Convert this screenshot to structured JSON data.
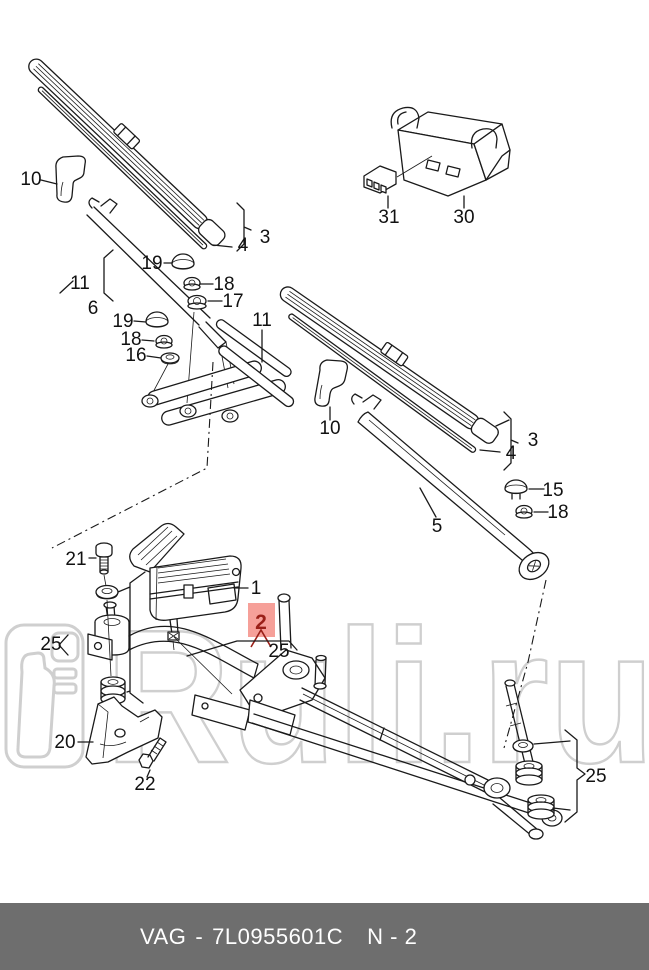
{
  "footer": {
    "make": "VAG",
    "separator": "-",
    "part_number": "7L0955601C",
    "page_code": "N - 2",
    "bg_color": "#6e6e6e",
    "text_color": "#ffffff"
  },
  "watermark": {
    "text": "Ruli.ru",
    "color": "#cfcfcf"
  },
  "highlight": {
    "box_color": "#f6a099",
    "text_color": "#9b2018"
  },
  "line_color": "#1a1a1a",
  "labels": {
    "rear_blade_cap": "10",
    "blade_set_a": "3",
    "blade_refill_a": "4",
    "arm_bracket_11": "11",
    "arm_bracket_6": "6",
    "cap_nut_19a": "19",
    "hex_nut_18a": "18",
    "nut_17": "17",
    "cap_nut_19b": "19",
    "hex_nut_18b": "18",
    "washer_16": "16",
    "rear_wiper_blade_11": "11",
    "connector_31": "31",
    "control_unit_30": "30",
    "front_arm_cap": "10",
    "blade_set_b": "3",
    "blade_refill_b": "4",
    "cap_15": "15",
    "hex_nut_18c": "18",
    "wiper_arm_5": "5",
    "bolt_21": "21",
    "wiper_motor_1": "1",
    "linkage_2": "2",
    "linkage_bearing_25a": "25",
    "mount_25_left": "25",
    "bracket_20": "20",
    "bolt_22": "22",
    "mount_25_right": "25"
  }
}
